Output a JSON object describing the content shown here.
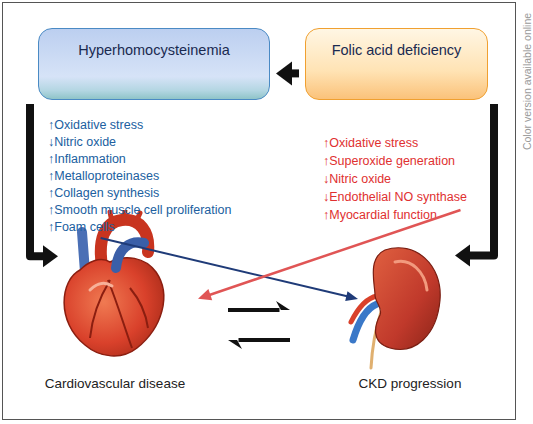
{
  "diagram": {
    "nodes": [
      {
        "text": [
          "Hyperhomocysteinemia"
        ]
      },
      {
        "text": [
          "Folic acid deficiency"
        ]
      },
      {
        "text": [
          "Cardiovascular disease"
        ]
      },
      {
        "text": [
          "CKD progression"
        ]
      }
    ],
    "edges": [
      {
        "from": 1,
        "to": 0,
        "arrow": "to"
      },
      {
        "from": 0,
        "to": 2,
        "arrow": "to"
      },
      {
        "from": 0,
        "to": 3,
        "arrow": "to"
      },
      {
        "from": 1,
        "to": 2,
        "arrow": "to"
      },
      {
        "from": 1,
        "to": 3,
        "arrow": "to"
      },
      {
        "from": 2,
        "to": 3,
        "arrow": "to"
      },
      {
        "from": 3,
        "to": 2,
        "arrow": "to"
      }
    ],
    "labels": [
      "↑Oxidative stress",
      "↓Nitric oxide",
      "↑Inflammation",
      "↑Metalloproteinases",
      "↑Collagen synthesis",
      "↑Smooth muscle cell proliferation",
      "↑Foam cells",
      "↑Oxidative stress",
      "↑Superoxide generation",
      "↓Nitric oxide",
      "↓Endothelial NO synthase",
      "↑Myocardial function",
      "Color version available online"
    ]
  }
}
